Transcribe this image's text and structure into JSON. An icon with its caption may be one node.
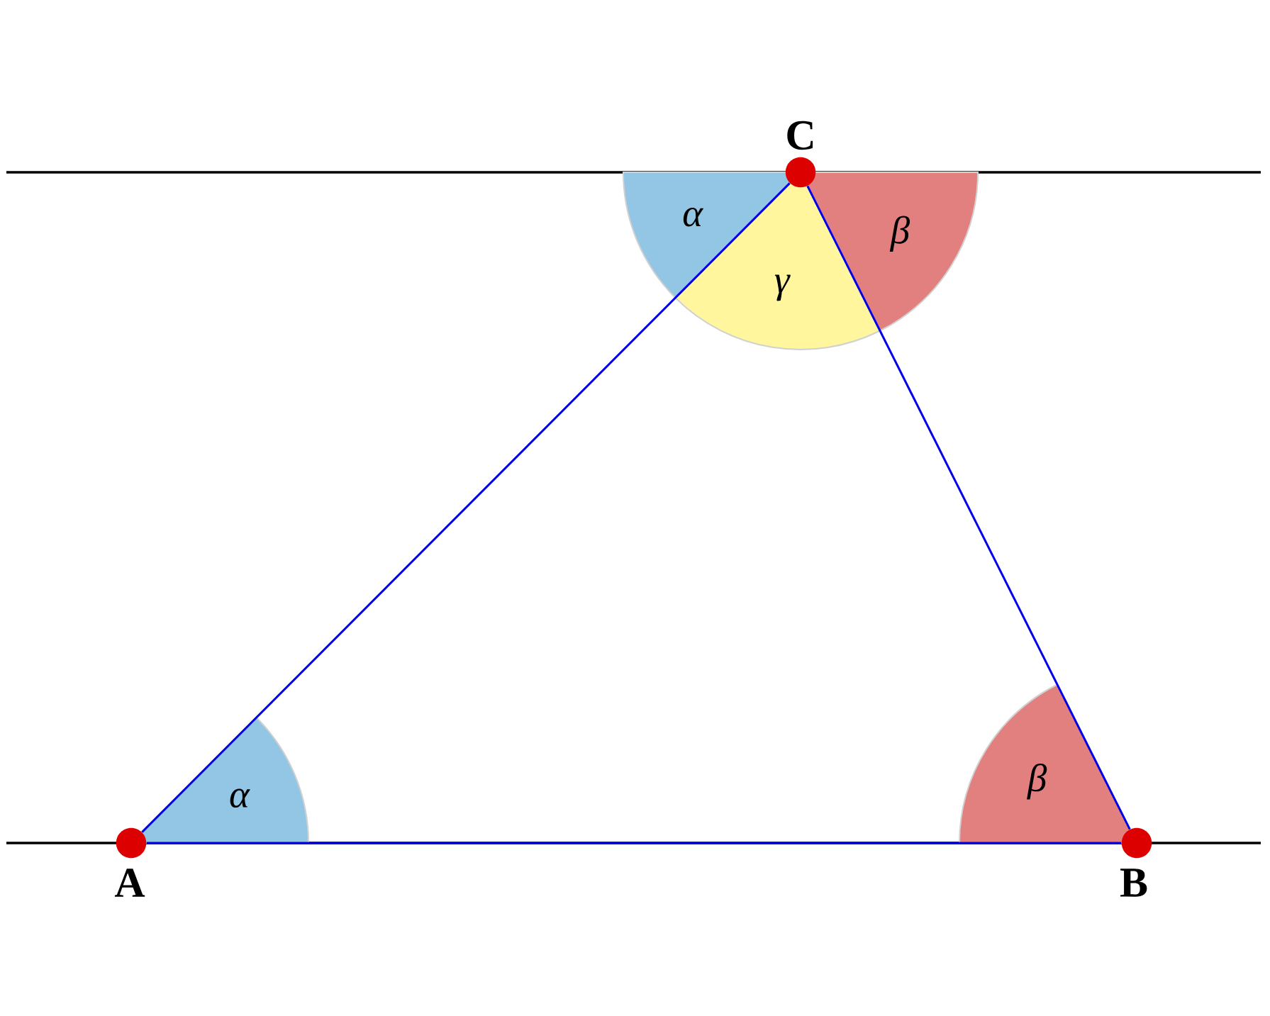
{
  "diagram": {
    "nodes": [
      {
        "text": [],
        "shape": "circle",
        "beside": [
          "C"
        ]
      },
      {
        "text": [
          "α"
        ]
      },
      {
        "text": [
          "γ"
        ]
      },
      {
        "text": [
          "β"
        ]
      },
      {
        "text": [
          "α"
        ]
      },
      {
        "text": [
          "β"
        ]
      },
      {
        "text": [],
        "shape": "circle",
        "beside": [
          "A"
        ]
      },
      {
        "text": [],
        "shape": "circle",
        "beside": [
          "B"
        ]
      }
    ],
    "edges": [
      {
        "from": 6,
        "to": 7,
        "arrow": "none"
      },
      {
        "from": 7,
        "to": 0,
        "arrow": "none"
      },
      {
        "from": 0,
        "to": 6,
        "arrow": "none"
      }
    ]
  }
}
